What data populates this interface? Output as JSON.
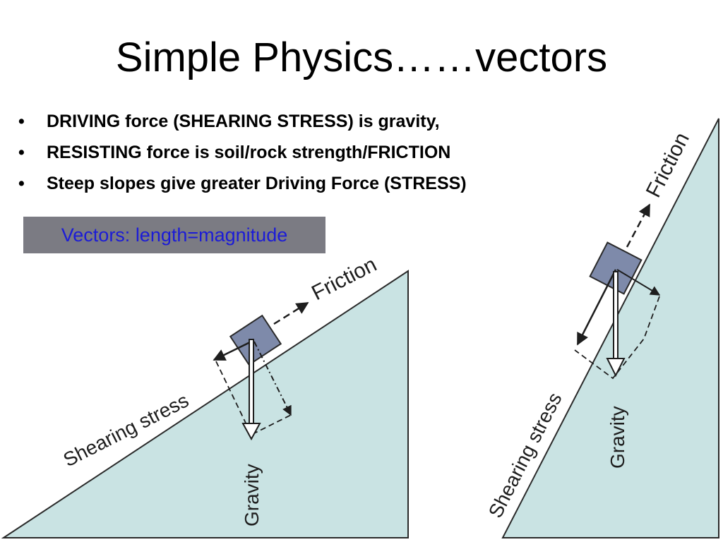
{
  "slide": {
    "title": "Simple Physics……vectors",
    "bullets": [
      "DRIVING force (SHEARING STRESS) is gravity,",
      "RESISTING force is soil/rock strength/FRICTION",
      "Steep slopes give greater Driving Force (STRESS)"
    ],
    "callout": "Vectors: length=magnitude"
  },
  "diagram_left": {
    "friction_label": "Friction",
    "shear_label": "Shearing stress",
    "gravity_label": "Gravity"
  },
  "diagram_right": {
    "friction_label": "Friction",
    "shear_label": "Shearing stress",
    "gravity_label": "Gravity"
  },
  "colors": {
    "slope_fill": "#c9e3e3",
    "block_fill": "#7e8aaa",
    "callout_bg": "#7b7b83",
    "callout_text": "#1c1cd6"
  }
}
